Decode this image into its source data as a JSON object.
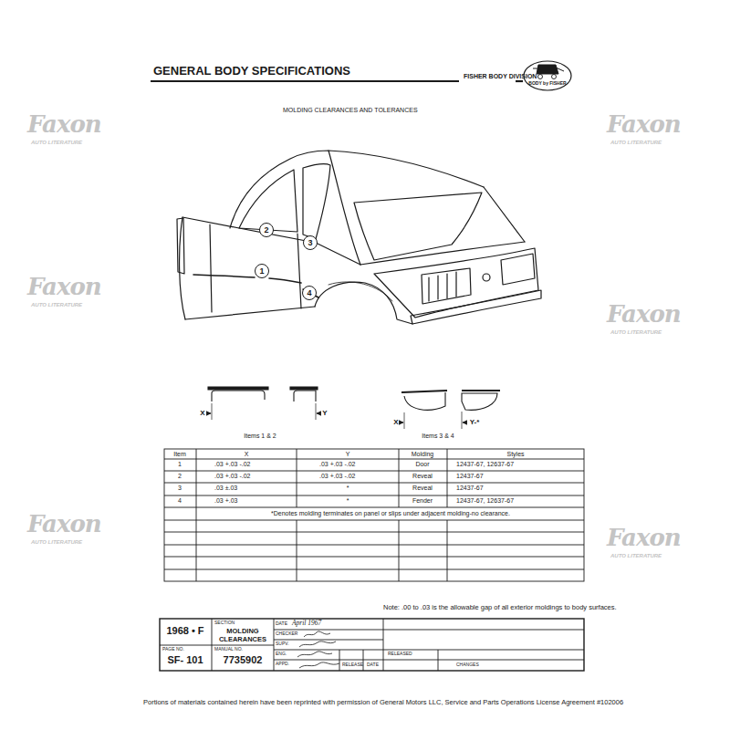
{
  "diagram": {
    "title": "GENERAL BODY SPECIFICATIONS",
    "nodes": [
      {
        "text": [
          "2"
        ]
      },
      {
        "text": [
          "3"
        ]
      },
      {
        "text": [
          "1"
        ]
      },
      {
        "text": [
          "4"
        ]
      }
    ],
    "labels": [
      "FISHER BODY DIVISION",
      "BODY by FISHER",
      "MOLDING CLEARANCES AND TOLERANCES",
      "X",
      "Y",
      "Items 1 & 2",
      "X",
      "Y-*",
      "Items 3 & 4",
      "Item",
      "X",
      "Y",
      "Molding",
      "Styles",
      "1",
      ".03 +.03 -.02",
      ".03 +.03 -.02",
      "Door",
      "12437-67, 12637-67",
      "2",
      ".03 +.03 -.02",
      ".03 +.03 -.02",
      "Reveal",
      "12437-67",
      "3",
      ".03 ±.03",
      "*",
      "Reveal",
      "12437-67",
      "4",
      ".03 +.03",
      "*",
      "Fender",
      "12437-67, 12637-67",
      "*Denotes molding terminates on panel or slips under adjacent molding-no clearance.",
      "Note: .00 to .03 is the allowable gap of all exterior moldings to body surfaces.",
      "1968 • F",
      "SECTION",
      "MOLDING CLEARANCES",
      "DATE",
      "April 1967",
      "CHECKER",
      "SUPV.",
      "ENG.",
      "APPD.",
      "PAGE NO.",
      "SF- 101",
      "MANUAL NO.",
      "7735902",
      "RELEASE",
      "DATE",
      "RELEASED",
      "CHANGES",
      "Portions of materials contained herein have been reprinted with permission of General Motors LLC, Service and Parts Operations License Agreement #102006",
      "Faxon",
      "AUTO LITERATURE",
      "Faxon",
      "AUTO LITERATURE",
      "Faxon",
      "AUTO LITERATURE",
      "Faxon",
      "AUTO LITERATURE",
      "Faxon",
      "AUTO LITERATURE",
      "Faxon",
      "AUTO LITERATURE"
    ]
  }
}
